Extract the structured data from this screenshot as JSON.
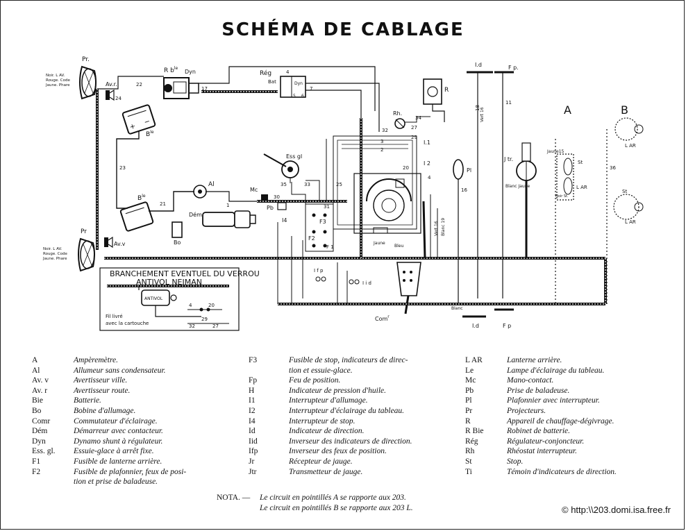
{
  "title": "SCHÉMA DE CABLAGE",
  "inset": {
    "title_line1": "BRANCHEMENT EVENTUEL DU VERROU",
    "title_line2": "ANTIVOL NEIMAN",
    "note_line1": "Fil livré",
    "note_line2": "avec la cartouche",
    "antivol": "ANTIVOL"
  },
  "diagram_labels": {
    "pr_top": "Pr.",
    "pr_bottom": "Pr",
    "colors_top": [
      "Noir. L AV.",
      "Rouge. Code",
      "Jaune. Phare"
    ],
    "colors_bottom": [
      "Noir. L AV.",
      "Rouge. Code",
      "Jaune. Phare"
    ],
    "avr": "Av.r.",
    "avv": "Av.v",
    "rble": "R b",
    "rble_sup": "le",
    "dyn": "Dyn",
    "reg": "Rég",
    "bat": "Bat",
    "dyn_small": "Dyn",
    "r": "R",
    "rh": "Rh.",
    "ble_top": "B",
    "ble_top_sup": "le",
    "ble_bottom": "B",
    "ble_bottom_sup": "le",
    "essgl": "Ess gl",
    "al": "Al",
    "mc": "Mc",
    "dem": "Dém",
    "bo": "Bo",
    "pb": "Pb",
    "i1": "I.1",
    "i2": "I 2",
    "i4": "I4",
    "f3": "F3",
    "f2": "F2",
    "f1": "F 1",
    "ifp": "I f p",
    "iid": "I i d",
    "pl": "Pl",
    "jtr": "J tr.",
    "blanc_jaune": "Blanc  Jaune",
    "vert16": "Vert 16",
    "vert_b": "Vert 16",
    "blanc19": "Blanc 19",
    "jaune": "Jaune",
    "bleu": "Bleu",
    "blanc": "Blanc",
    "comr": "Com",
    "comr_sup": "r",
    "id_top": "I.d",
    "fp_top": "F p.",
    "id_bottom": "I.d",
    "fp_bottom": "F p",
    "a": "A",
    "b": "B",
    "lar_a": "L AR",
    "st_a": "St",
    "jaune15": "Jaune15",
    "noir": "Noir St.",
    "lar_b1": "L AR",
    "st_b": "St",
    "lar_b2": "L AR",
    "wire_numbers": [
      "22",
      "24",
      "23",
      "17",
      "4",
      "5",
      "6",
      "7",
      "34",
      "33",
      "32",
      "27",
      "29",
      "1",
      "2",
      "3",
      "20",
      "35",
      "25",
      "30",
      "31",
      "21",
      "4",
      "18",
      "16",
      "11",
      "36"
    ]
  },
  "legend": {
    "col1": [
      {
        "code": "A",
        "desc": "Ampèremètre."
      },
      {
        "code": "Al",
        "desc": "Allumeur sans condensateur."
      },
      {
        "code": "Av. v",
        "desc": "Avertisseur ville."
      },
      {
        "code": "Av. r",
        "desc": "Avertisseur route."
      },
      {
        "code": "Bie",
        "desc": "Batterie."
      },
      {
        "code": "Bo",
        "desc": "Bobine d'allumage."
      },
      {
        "code": "Comr",
        "desc": "Commutateur d'éclairage."
      },
      {
        "code": "Dém",
        "desc": "Démarreur avec contacteur."
      },
      {
        "code": "Dyn",
        "desc": "Dynamo shunt à régulateur."
      },
      {
        "code": "Ess. gl.",
        "desc": "Essuie-glace à arrêt fixe."
      },
      {
        "code": "F1",
        "desc": "Fusible de lanterne arrière."
      },
      {
        "code": "F2",
        "desc": "Fusible de plafonnier, feux de posi-"
      },
      {
        "code": "",
        "desc": "tion et prise de baladeuse."
      }
    ],
    "col2": [
      {
        "code": "F3",
        "desc": "Fusible de stop, indicateurs de direc-"
      },
      {
        "code": "",
        "desc": "tion et essuie-glace."
      },
      {
        "code": "Fp",
        "desc": "Feu de position."
      },
      {
        "code": "H",
        "desc": "Indicateur de pression d'huile."
      },
      {
        "code": "I1",
        "desc": "Interrupteur d'allumage."
      },
      {
        "code": "I2",
        "desc": "Interrupteur d'éclairage du tableau."
      },
      {
        "code": "I4",
        "desc": "Interrupteur de stop."
      },
      {
        "code": "Id",
        "desc": "Indicateur de direction."
      },
      {
        "code": "Iid",
        "desc": "Inverseur des indicateurs de direction."
      },
      {
        "code": "Ifp",
        "desc": "Inverseur des feux de position."
      },
      {
        "code": "Jr",
        "desc": "Récepteur de jauge."
      },
      {
        "code": "Jtr",
        "desc": "Transmetteur de jauge."
      }
    ],
    "col3": [
      {
        "code": "L AR",
        "desc": "Lanterne arrière."
      },
      {
        "code": "Le",
        "desc": "Lampe d'éclairage du tableau."
      },
      {
        "code": "Mc",
        "desc": "Mano-contact."
      },
      {
        "code": "Pb",
        "desc": "Prise de baladeuse."
      },
      {
        "code": "Pl",
        "desc": "Plafonnier avec interrupteur."
      },
      {
        "code": "Pr",
        "desc": "Projecteurs."
      },
      {
        "code": "R",
        "desc": "Appareil de chauffage-dégivrage."
      },
      {
        "code": "R Bie",
        "desc": "Robinet de batterie."
      },
      {
        "code": "Rég",
        "desc": "Régulateur-conjoncteur."
      },
      {
        "code": "Rh",
        "desc": "Rhéostat interrupteur."
      },
      {
        "code": "St",
        "desc": "Stop."
      },
      {
        "code": "Ti",
        "desc": "Témoin d'indicateurs de direction."
      }
    ]
  },
  "nota": {
    "label": "NOTA. —",
    "line1": "Le circuit en pointillés A se rapporte aux 203.",
    "line2": "Le circuit en pointillés B se rapporte aux 203 L."
  },
  "copyright": "© http:\\\\203.domi.isa.free.fr"
}
